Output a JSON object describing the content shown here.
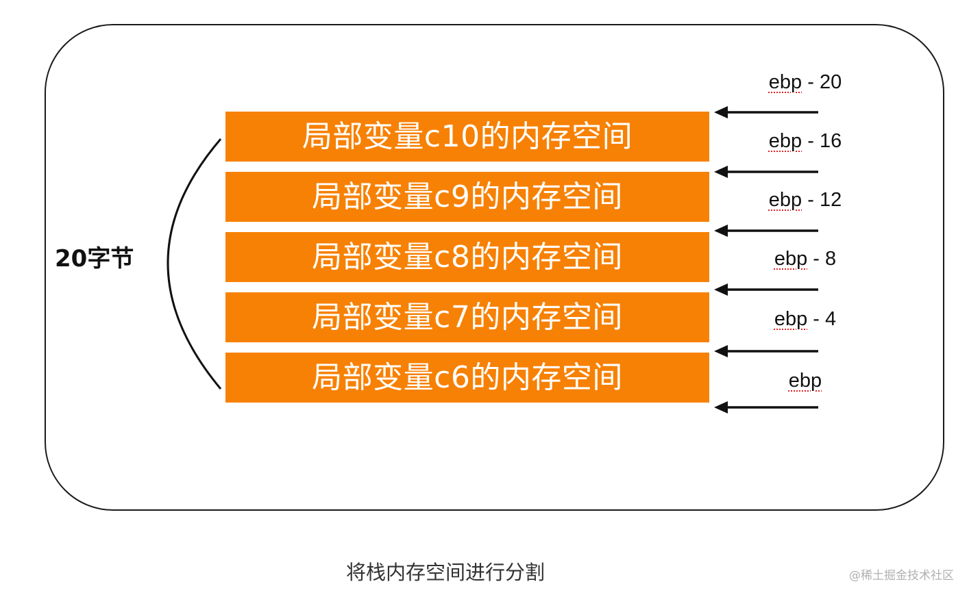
{
  "blocks": [
    {
      "label": "局部变量c10的内存空间"
    },
    {
      "label": "局部变量c9的内存空间"
    },
    {
      "label": "局部变量c8的内存空间"
    },
    {
      "label": "局部变量c7的内存空间"
    },
    {
      "label": "局部变量c6的内存空间"
    }
  ],
  "offsets": [
    {
      "reg": "ebp",
      "suffix": " - 20"
    },
    {
      "reg": "ebp",
      "suffix": " - 16"
    },
    {
      "reg": "ebp",
      "suffix": " - 12"
    },
    {
      "reg": "ebp",
      "suffix": " - 8"
    },
    {
      "reg": "ebp",
      "suffix": " - 4"
    },
    {
      "reg": "ebp",
      "suffix": ""
    }
  ],
  "size_label": "20字节",
  "caption": "将栈内存空间进行分割",
  "watermark": "@稀土掘金技术社区",
  "colors": {
    "block_fill": "#f78104",
    "block_text": "#ffffff",
    "line": "#111111"
  }
}
